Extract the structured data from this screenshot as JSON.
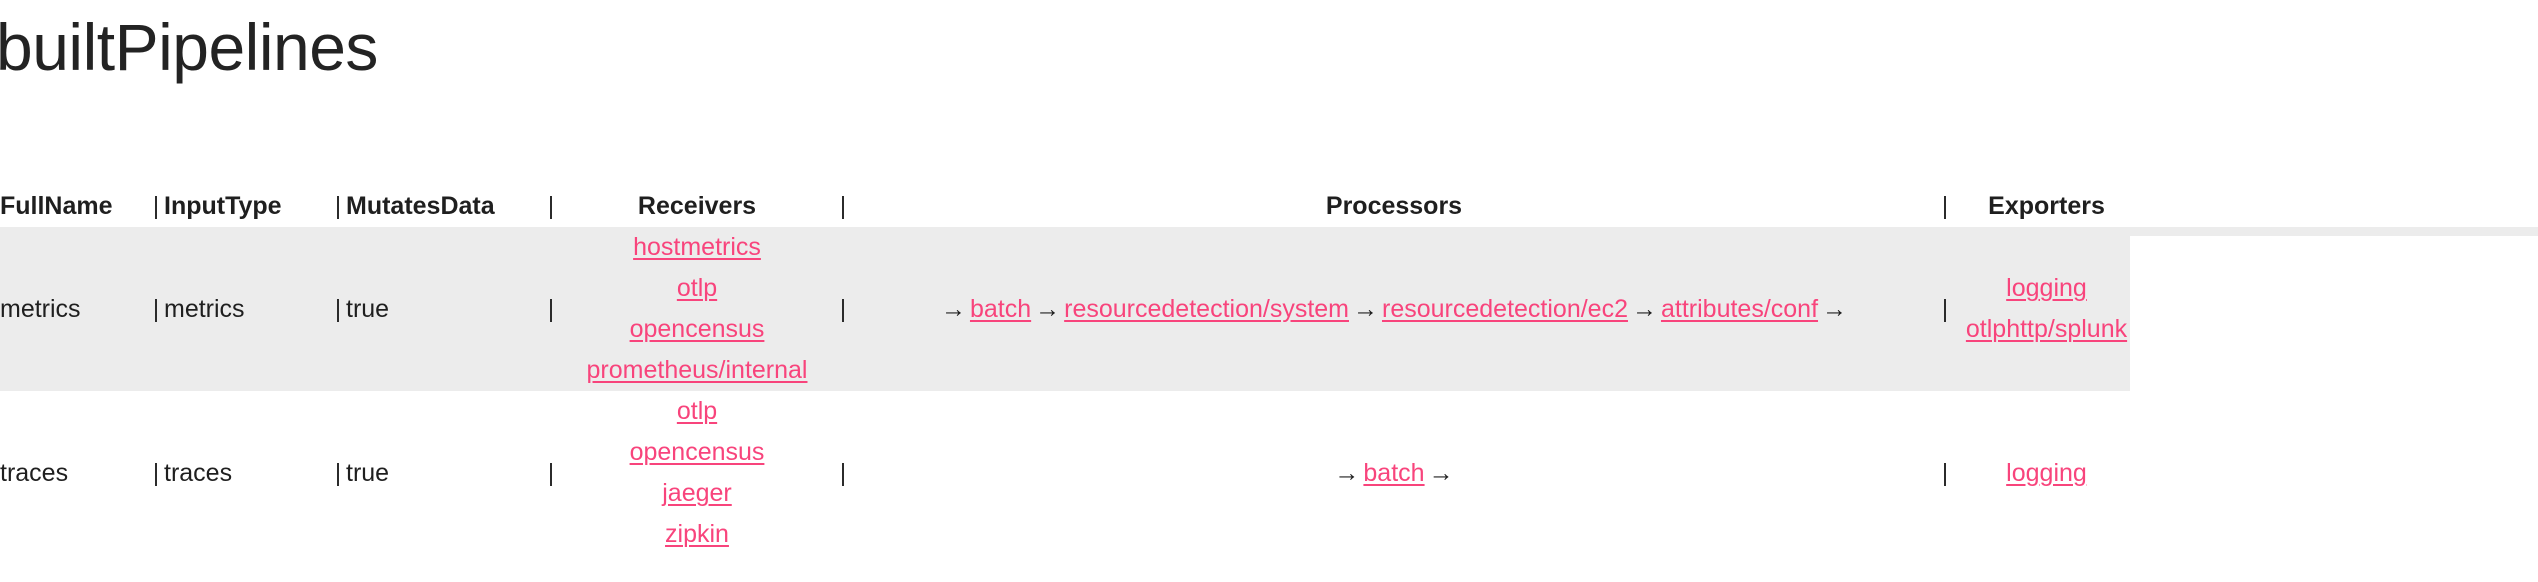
{
  "page": {
    "title": "builtPipelines"
  },
  "table": {
    "separator": "|",
    "arrow": "→",
    "headers": {
      "fullname": "FullName",
      "inputtype": "InputType",
      "mutatesdata": "MutatesData",
      "receivers": "Receivers",
      "processors": "Processors",
      "exporters": "Exporters"
    },
    "rows": [
      {
        "fullname": "metrics",
        "inputtype": "metrics",
        "mutatesdata": "true",
        "receivers": [
          "hostmetrics",
          "otlp",
          "opencensus",
          "prometheus/internal"
        ],
        "processors": [
          "batch",
          "resourcedetection/system",
          "resourcedetection/ec2",
          "attributes/conf"
        ],
        "exporters": [
          "logging",
          "otlphttp/splunk"
        ],
        "shaded": true
      },
      {
        "fullname": "traces",
        "inputtype": "traces",
        "mutatesdata": "true",
        "receivers": [
          "otlp",
          "opencensus",
          "jaeger",
          "zipkin"
        ],
        "processors": [
          "batch"
        ],
        "exporters": [
          "logging"
        ],
        "shaded": false
      }
    ]
  },
  "colors": {
    "link": "#f8447c",
    "row_shaded_bg": "#ececec",
    "text": "#1f1f1f",
    "page_bg": "#ffffff"
  }
}
